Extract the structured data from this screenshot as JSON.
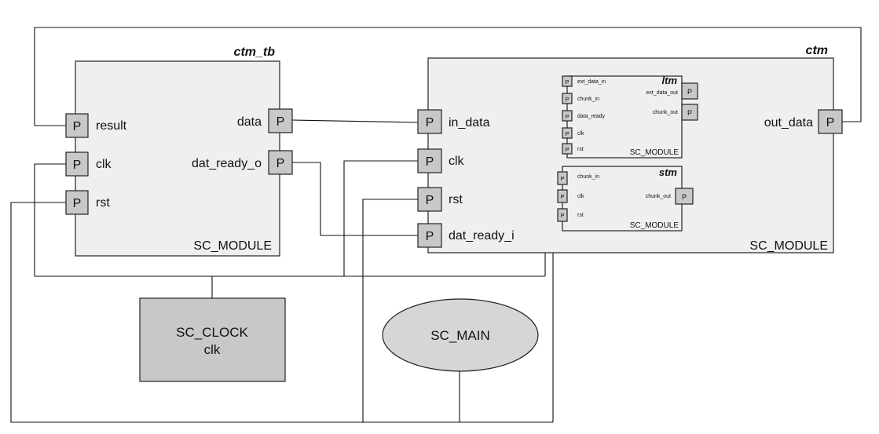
{
  "port_glyph": "P",
  "ctm_tb": {
    "title": "ctm_tb",
    "kind": "SC_MODULE",
    "ports": {
      "result": "result",
      "clk": "clk",
      "rst": "rst",
      "data": "data",
      "dat_ready_o": "dat_ready_o"
    }
  },
  "ctm": {
    "title": "ctm",
    "kind": "SC_MODULE",
    "ports": {
      "in_data": "in_data",
      "clk": "clk",
      "rst": "rst",
      "dat_ready_i": "dat_ready_i",
      "out_data": "out_data"
    }
  },
  "ltm": {
    "title": "ltm",
    "kind": "SC_MODULE",
    "ports": {
      "ext_data_in": "ext_data_in",
      "chunk_in": "chunk_in",
      "data_ready": "data_ready",
      "clk": "clk",
      "rst": "rst",
      "ext_data_out": "ext_data_out",
      "chunk_out": "chunk_out"
    }
  },
  "stm": {
    "title": "stm",
    "kind": "SC_MODULE",
    "ports": {
      "chunk_in": "chunk_in",
      "clk": "clk",
      "rst": "rst",
      "chunk_out": "chunk_out"
    }
  },
  "sc_clock": {
    "line1": "SC_CLOCK",
    "line2": "clk"
  },
  "sc_main": {
    "label": "SC_MAIN"
  }
}
